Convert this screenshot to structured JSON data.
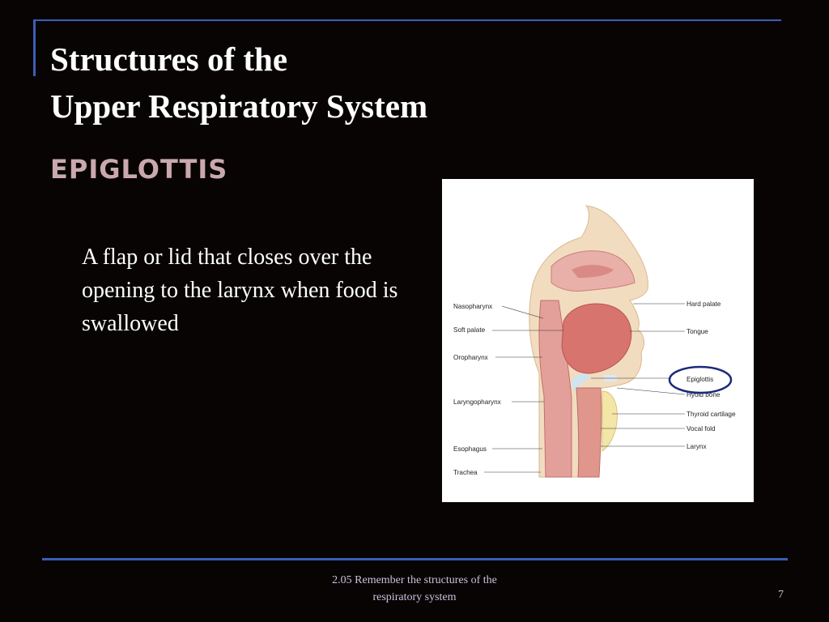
{
  "slide": {
    "title_line1": "Structures of the",
    "title_line2": "Upper Respiratory System",
    "subtitle": "Epiglottis",
    "body": "A flap or lid that closes over the opening to the larynx when food is swallowed"
  },
  "figure": {
    "labels_left": [
      "Nasopharynx",
      "Soft palate",
      "Oropharynx",
      "Laryngopharynx",
      "Esophagus",
      "Trachea"
    ],
    "labels_right": [
      "Hard palate",
      "Tongue",
      "Epiglottis",
      "Hyoid bone",
      "Thyroid cartilage",
      "Vocal fold",
      "Larynx"
    ],
    "highlighted_label": "Epiglottis",
    "highlight_color": "#1a2a7a"
  },
  "footer": {
    "line1": "2.05 Remember the structures of  the",
    "line2": "respiratory system",
    "page_number": "7"
  },
  "theme": {
    "background": "#080404",
    "accent_rule": "#3a5fb4",
    "subtitle_color": "#c9a8ae"
  }
}
